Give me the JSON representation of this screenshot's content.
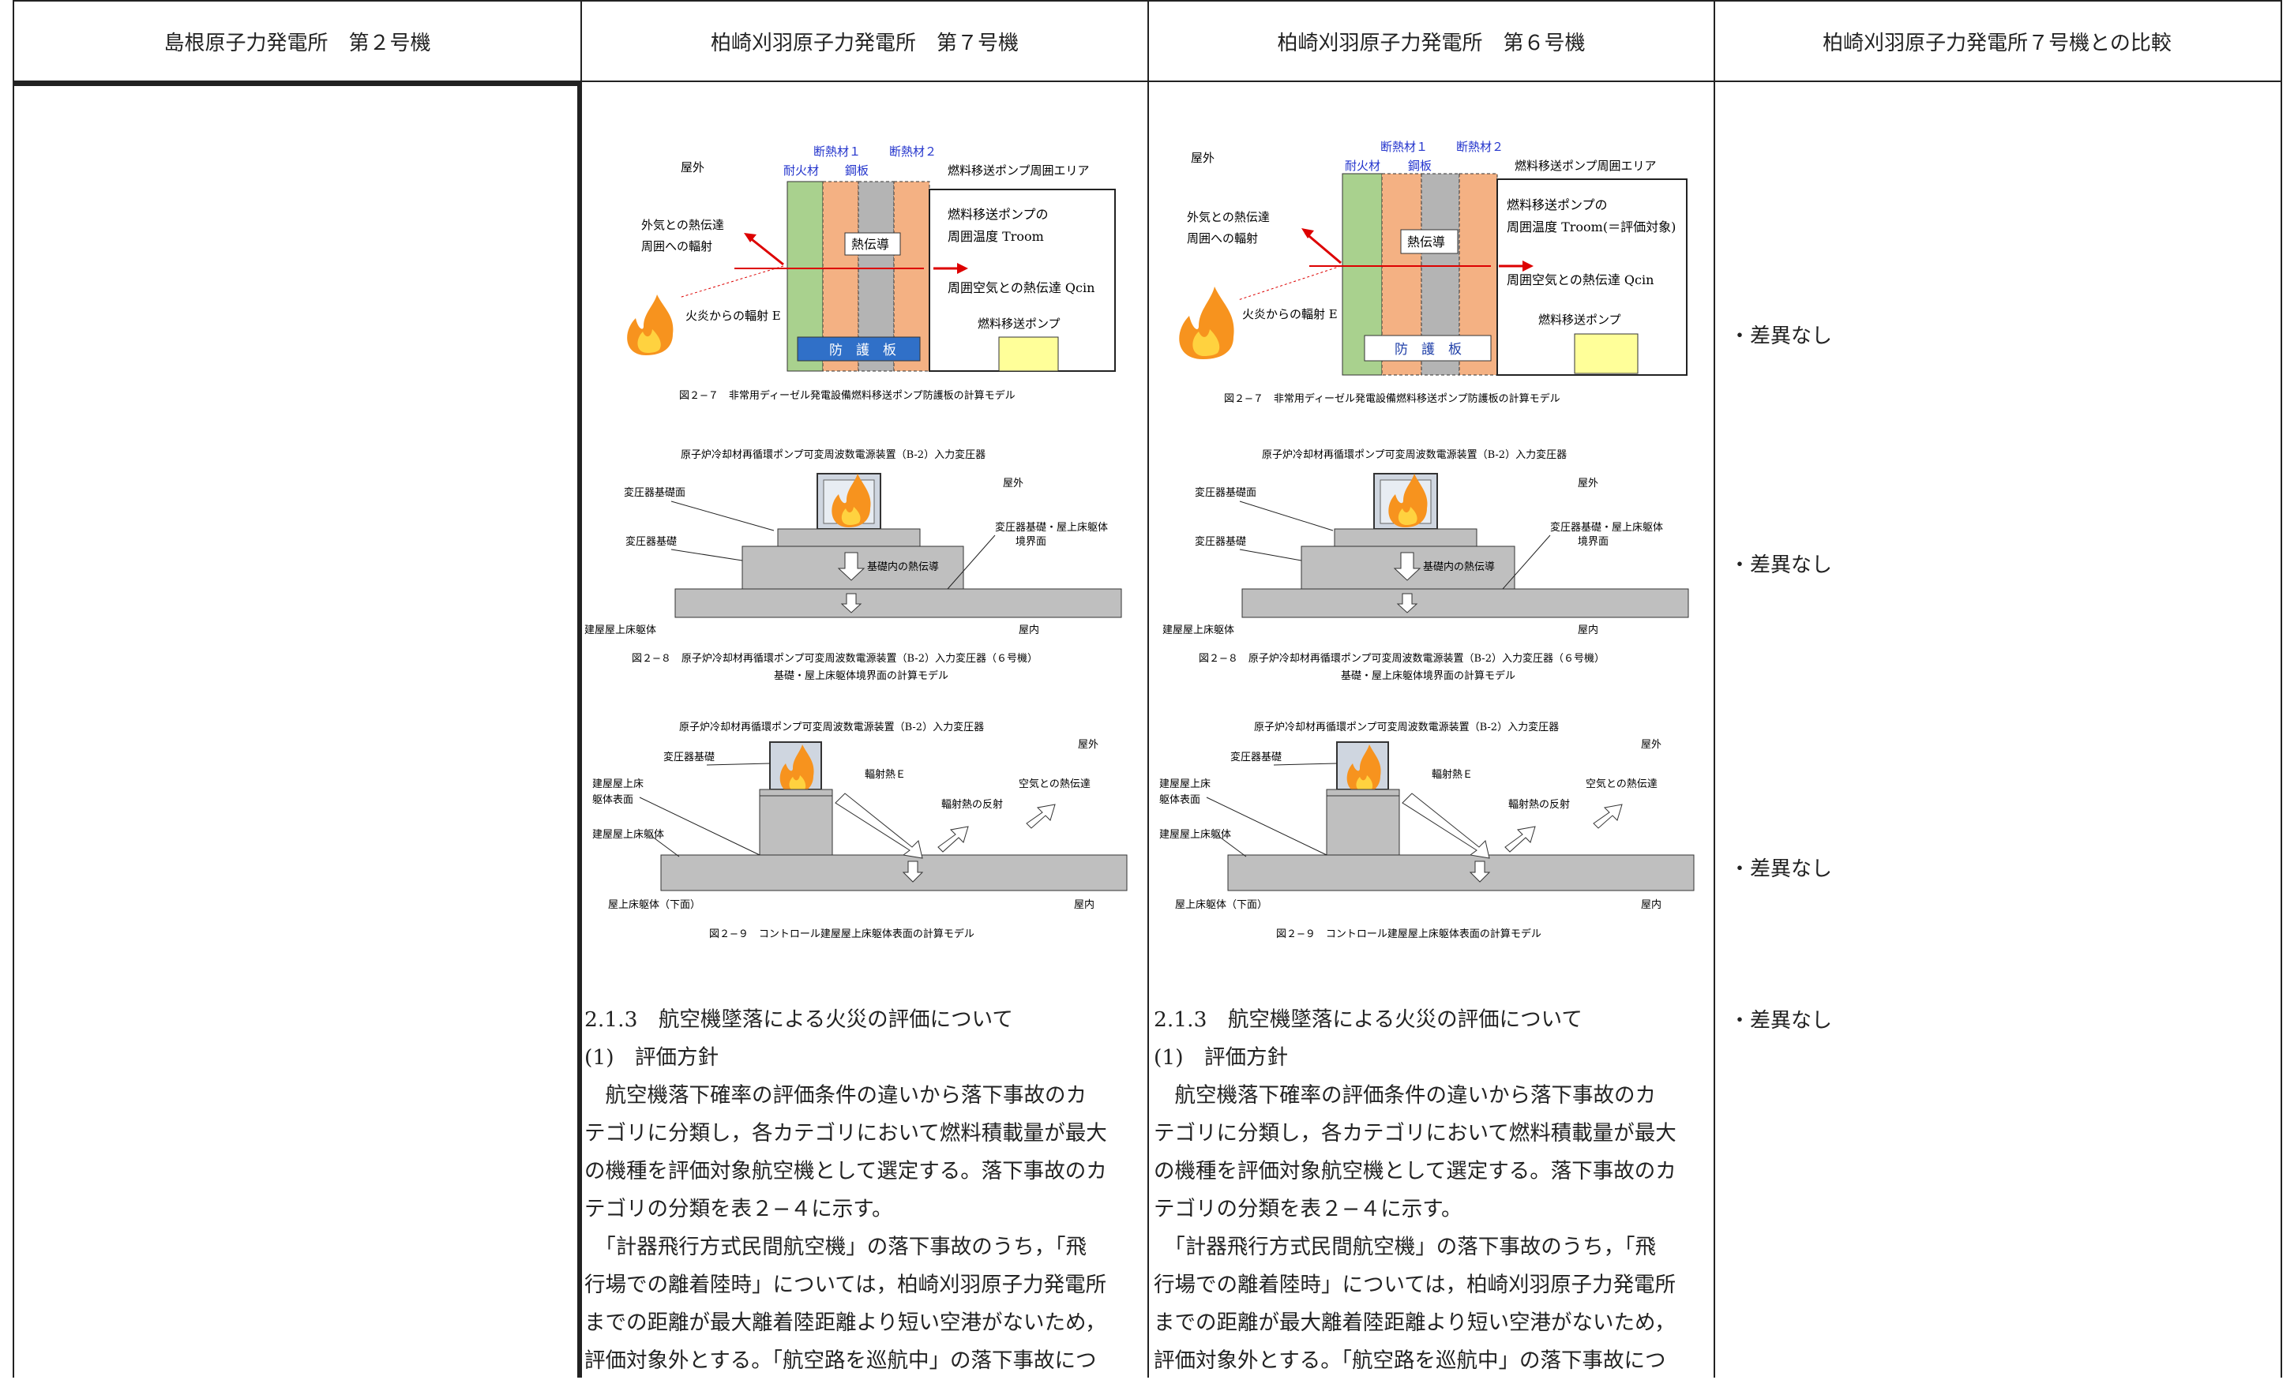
{
  "header": {
    "col1": "島根原子力発電所　第２号機",
    "col2": "柏崎刈羽原子力発電所　第７号機",
    "col3": "柏崎刈羽原子力発電所　第６号機",
    "col4": "柏崎刈羽原子力発電所７号機との比較"
  },
  "fig27": {
    "outdoor": "屋外",
    "insulation1": "断熱材１",
    "insulation2": "断熱材２",
    "fireproof": "耐火材",
    "steel": "鋼板",
    "area": "燃料移送ポンプ周囲エリア",
    "heat_transfer_outside": "外気との熱伝達",
    "radiation_around": "周囲への輻射",
    "conduction": "熱伝導",
    "pump_temp_line1": "燃料移送ポンプの",
    "pump_temp_line2_k7": "周囲温度 Troom",
    "pump_temp_line2_k6": "周囲温度 Troom(＝評価対象)",
    "air_heat": "周囲空気との熱伝達 Qcin",
    "fire_radiation": "火炎からの輻射 E",
    "pump": "燃料移送ポンプ",
    "guard_plate": "防　護　板",
    "caption": "図２−７　非常用ディーゼル発電設備燃料移送ポンプ防護板の計算モデル"
  },
  "fig28": {
    "title": "原子炉冷却材再循環ポンプ可変周波数電源装置（B-2）入力変圧器",
    "outdoor": "屋外",
    "base_surface": "変圧器基礎面",
    "boundary_line1": "変圧器基礎・屋上床躯体",
    "boundary_line2": "境界面",
    "base": "変圧器基礎",
    "conduction": "基礎内の熱伝導",
    "roof_slab": "建屋屋上床躯体",
    "indoor": "屋内",
    "caption_line1": "図２−８　原子炉冷却材再循環ポンプ可変周波数電源装置（B-2）入力変圧器（６号機）",
    "caption_line2": "基礎・屋上床躯体境界面の計算モデル"
  },
  "fig29": {
    "title": "原子炉冷却材再循環ポンプ可変周波数電源装置（B-2）入力変圧器",
    "outdoor": "屋外",
    "base": "変圧器基礎",
    "radiation": "輻射熱Ｅ",
    "surface_line1": "建屋屋上床",
    "surface_line2": "躯体表面",
    "roof_slab": "建屋屋上床躯体",
    "reflection": "輻射熱の反射",
    "air_heat": "空気との熱伝達",
    "underside": "屋上床躯体（下面）",
    "indoor": "屋内",
    "caption": "図２−９　コントロール建屋屋上床躯体表面の計算モデル"
  },
  "section": {
    "heading": "2.1.3　航空機墜落による火災の評価について",
    "subheading": "(1)　評価方針",
    "lines": [
      "　航空機落下確率の評価条件の違いから落下事故のカ",
      "テゴリに分類し，各カテゴリにおいて燃料積載量が最大",
      "の機種を評価対象航空機として選定する。落下事故のカ",
      "テゴリの分類を表２−４に示す。",
      "　「計器飛行方式民間航空機」の落下事故のうち，「飛",
      "行場での離着陸時」については，柏崎刈羽原子力発電所",
      "までの距離が最大離着陸距離より短い空港がないため，",
      "評価対象外とする。「航空路を巡航中」の落下事故につ"
    ]
  },
  "comparison": {
    "row1": "・差異なし",
    "row2": "・差異なし",
    "row3": "・差異なし",
    "row4": "・差異なし"
  }
}
